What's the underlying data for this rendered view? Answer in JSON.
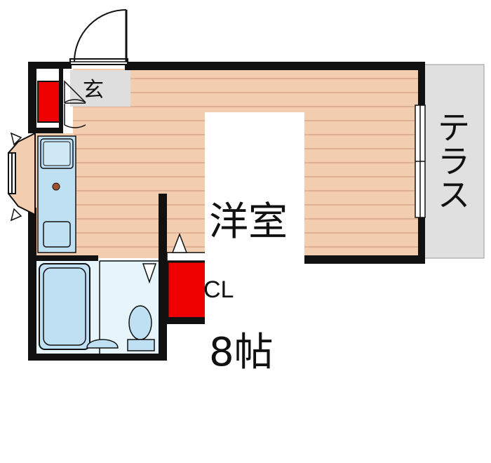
{
  "rooms": {
    "western_room_name": "洋室",
    "western_room_size": "8帖",
    "entrance": "玄",
    "closet": "CL",
    "terrace": [
      "テ",
      "ラ",
      "ス"
    ]
  },
  "colors": {
    "floor": "#f2cdb0",
    "floor_lines": "#d8a888",
    "wall": "#111111",
    "closet": "#ee0000",
    "terrace": "#e0e0e0",
    "entrance_floor": "#dedede",
    "fixtures": "#bfe0f2",
    "bathroom": "#e6f4fb"
  }
}
